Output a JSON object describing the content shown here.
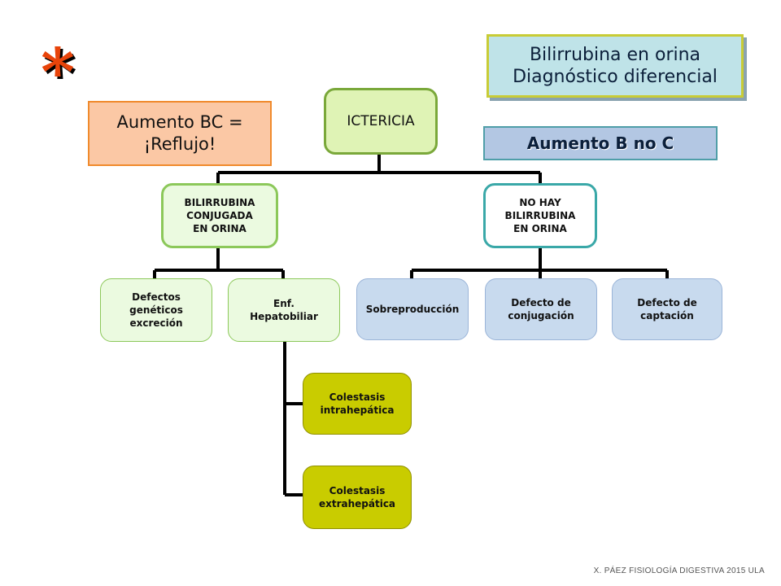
{
  "header": {
    "asterisk": "*",
    "title": "Bilirrubina en orina\nDiagnóstico diferencial"
  },
  "notes": {
    "conjugated": "Aumento BC =\n¡Reflujo!",
    "unconjugated": "Aumento B no C"
  },
  "tree": {
    "root": "ICTERICIA",
    "left_branch": "BILIRRUBINA\nCONJUGADA\nEN ORINA",
    "right_branch": "NO HAY\nBILIRRUBINA\nEN ORINA",
    "left_children": [
      "Defectos\ngenéticos\nexcreción",
      "Enf.\nHepatobiliar"
    ],
    "right_children": [
      "Sobreproducción",
      "Defecto de\nconjugación",
      "Defecto de\ncaptación"
    ],
    "hepatobiliar_children": [
      "Colestasis\nintrahepática",
      "Colestasis\nextrahepática"
    ]
  },
  "colors": {
    "root_fill": "#dff3b5",
    "root_border": "#7aa83a",
    "green_fill": "#ebfae0",
    "green_border": "#8cc85a",
    "teal_border": "#3aa8a8",
    "blue_fill": "#c8daee",
    "blue_border": "#9ab4d8",
    "olive_fill": "#c9cc00",
    "olive_border": "#8f8f00",
    "asterisk": "#e8440a",
    "connector": "#000000"
  },
  "footer": "X. PÁEZ   FISIOLOGÍA DIGESTIVA 2015 ULA"
}
